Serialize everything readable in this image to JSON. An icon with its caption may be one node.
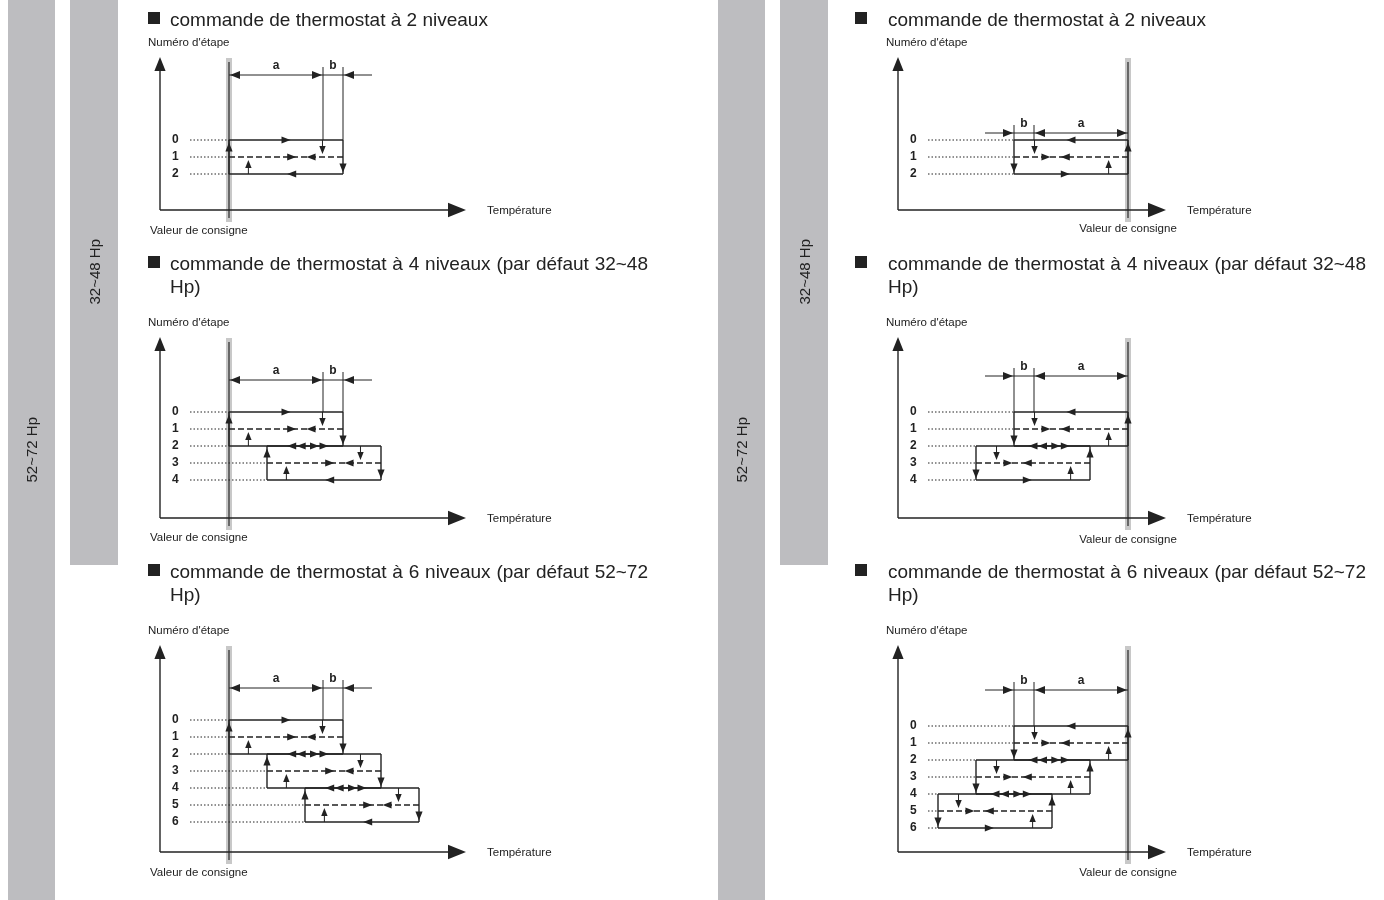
{
  "diagram": {
    "nodes": [
      {
        "text": [
          "52~72 Hp"
        ]
      },
      {
        "text": [
          "32~48 Hp"
        ]
      },
      {
        "text": [
          "52~72 Hp"
        ]
      },
      {
        "text": [
          "32~48 Hp"
        ]
      }
    ],
    "labels": [
      "commande de thermostat à 2 niveaux",
      "Numéro d'étape",
      "a",
      "b",
      "0",
      "1",
      "2",
      "Température",
      "Valeur de consigne",
      "commande de thermostat à 4 niveaux (par défaut 32~48 Hp)",
      "Numéro d'étape",
      "a",
      "b",
      "0",
      "1",
      "2",
      "3",
      "4",
      "Température",
      "Valeur de consigne",
      "commande de thermostat à 6 niveaux (par défaut 52~72 Hp)",
      "Numéro d'étape",
      "a",
      "b",
      "0",
      "1",
      "2",
      "3",
      "4",
      "5",
      "6",
      "Température",
      "Valeur de consigne",
      "commande de thermostat à 2 niveaux",
      "Numéro d'étape",
      "b",
      "a",
      "0",
      "1",
      "2",
      "Température",
      "Valeur de consigne",
      "commande de thermostat à 4 niveaux (par défaut 32~48 Hp)",
      "Numéro d'étape",
      "b",
      "a",
      "0",
      "1",
      "2",
      "3",
      "4",
      "Température",
      "Valeur de consigne",
      "commande de thermostat à 6 niveaux (par défaut 52~72 Hp)",
      "Numéro d'étape",
      "b",
      "a",
      "0",
      "1",
      "2",
      "3",
      "4",
      "5",
      "6",
      "Température",
      "Valeur de consigne"
    ]
  }
}
